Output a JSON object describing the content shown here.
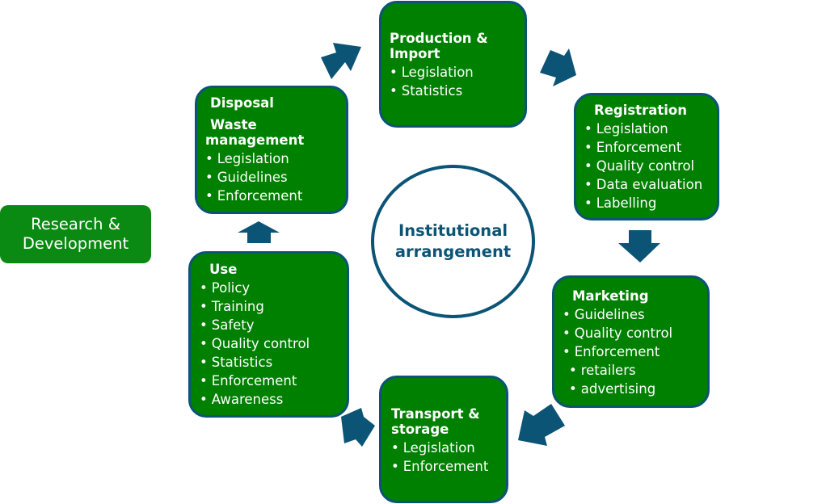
{
  "center": {
    "line1": "Institutional",
    "line2": "arrangement"
  },
  "side_box": {
    "line1": "Research &",
    "line2": "Development"
  },
  "colors": {
    "box_fill": "#008000",
    "border": "#0b5476",
    "arrow": "#0b5476",
    "text": "#ffffff"
  },
  "stages": [
    {
      "id": "production",
      "title_lines": [
        "Production &",
        "Import"
      ],
      "items": [
        "Legislation",
        "Statistics"
      ]
    },
    {
      "id": "registration",
      "title_lines": [
        "Registration"
      ],
      "items": [
        "Legislation",
        "Enforcement",
        "Quality control",
        "Data evaluation",
        "Labelling"
      ]
    },
    {
      "id": "marketing",
      "title_lines": [
        "Marketing"
      ],
      "items": [
        "Guidelines",
        "Quality control",
        "Enforcement"
      ],
      "sub_items": [
        "retailers",
        "advertising"
      ]
    },
    {
      "id": "transport",
      "title_lines": [
        "Transport &",
        "storage"
      ],
      "items": [
        "Legislation",
        "Enforcement"
      ]
    },
    {
      "id": "use",
      "title_lines": [
        "Use"
      ],
      "items": [
        "Policy",
        "Training",
        "Safety",
        "Quality control",
        "Statistics",
        "Enforcement",
        "Awareness"
      ]
    },
    {
      "id": "disposal",
      "title_lines": [
        "Disposal",
        "Waste",
        "management"
      ],
      "items": [
        "Legislation",
        "Guidelines",
        "Enforcement"
      ]
    }
  ],
  "flow_arrows": [
    {
      "from": "disposal",
      "to": "production",
      "direction": "up-right"
    },
    {
      "from": "production",
      "to": "registration",
      "direction": "down-right"
    },
    {
      "from": "registration",
      "to": "marketing",
      "direction": "down"
    },
    {
      "from": "marketing",
      "to": "transport",
      "direction": "down-left"
    },
    {
      "from": "transport",
      "to": "use",
      "direction": "up-left"
    },
    {
      "from": "use",
      "to": "disposal",
      "direction": "up"
    }
  ]
}
